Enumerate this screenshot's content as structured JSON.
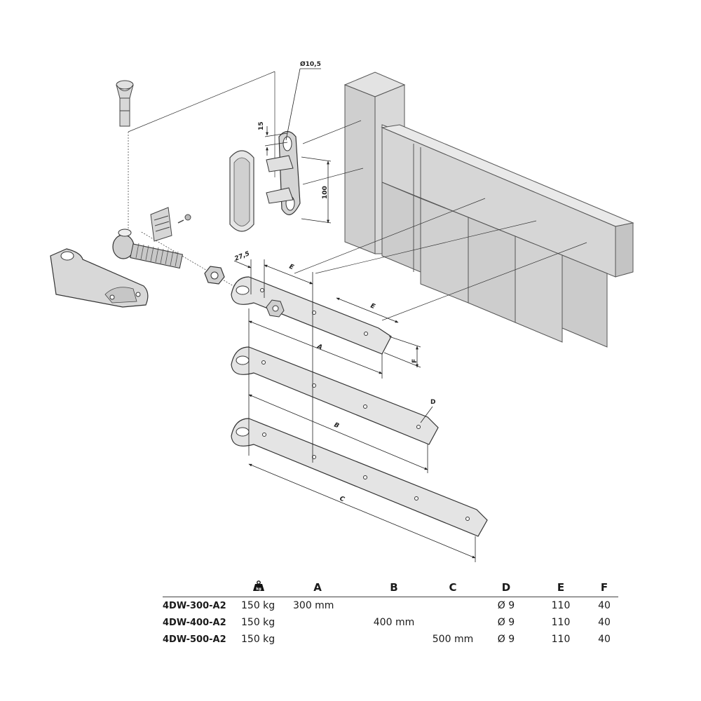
{
  "labels": {
    "dia": "Ø10,5",
    "d15": "15",
    "d100": "100",
    "d275": "27,5",
    "e1": "E",
    "e2": "E",
    "a": "A",
    "b": "B",
    "c": "C",
    "d": "D",
    "f": "F"
  },
  "table": {
    "weight_icon_text": "kg",
    "headers": [
      "A",
      "B",
      "C",
      "D",
      "E",
      "F"
    ],
    "rows": [
      {
        "id": "4DW-300-A2",
        "weight": "150 kg",
        "a": "300 mm",
        "b": "",
        "c": "",
        "d": "Ø 9",
        "e": "110",
        "f": "40"
      },
      {
        "id": "4DW-400-A2",
        "weight": "150 kg",
        "a": "",
        "b": "400 mm",
        "c": "",
        "d": "Ø 9",
        "e": "110",
        "f": "40"
      },
      {
        "id": "4DW-500-A2",
        "weight": "150 kg",
        "a": "",
        "b": "",
        "c": "500 mm",
        "d": "Ø 9",
        "e": "110",
        "f": "40"
      }
    ]
  }
}
